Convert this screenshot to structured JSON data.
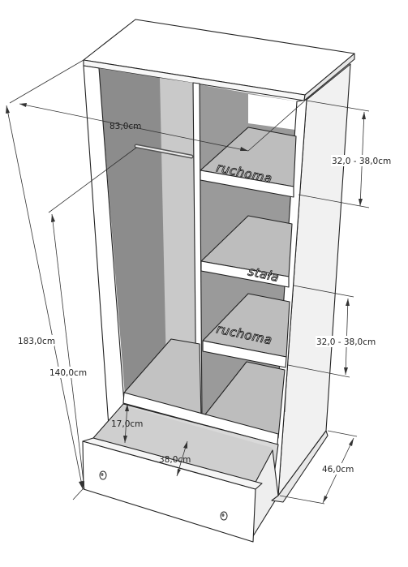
{
  "figure": {
    "dimensions": {
      "width": "83,0cm",
      "height_total": "183,0cm",
      "height_hanging": "140,0cm",
      "depth": "46,0cm",
      "drawer_height": "17,0cm",
      "drawer_depth": "38,0cm",
      "shelf_gap_upper": "32,0 - 38,0cm",
      "shelf_gap_lower": "32,0 - 38,0cm"
    },
    "shelf_labels": {
      "upper": "ruchoma",
      "middle": "stała",
      "lower": "ruchoma"
    }
  },
  "colors": {
    "panel_front": "#ffffff",
    "panel_side": "#f2f2f2",
    "interior_dark": "#8a8a8a",
    "interior_mid": "#a9a9a9",
    "interior_light": "#c6c6c6",
    "shelf_top": "#bdbdbd",
    "outline": "#222222"
  }
}
